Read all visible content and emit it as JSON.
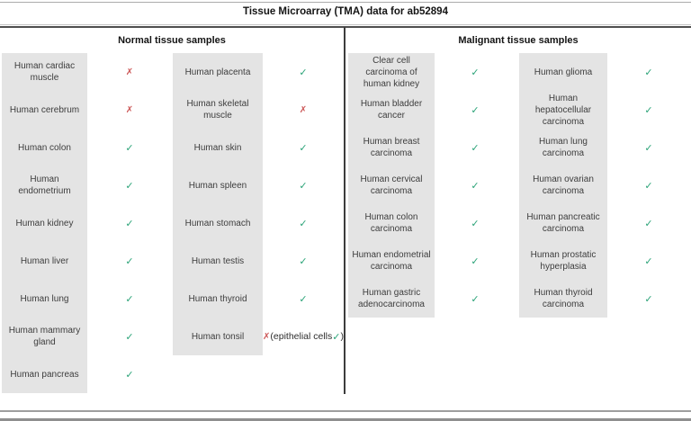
{
  "title": "Tissue Microarray (TMA) data for ab52894",
  "marks": {
    "check": "✓",
    "cross": "✗"
  },
  "colors": {
    "check": "#2aa377",
    "cross": "#cc5757",
    "cellbg": "#e4e4e4"
  },
  "groups": {
    "normal": {
      "header": "Normal tissue samples",
      "col_a": [
        {
          "label": "Human cardiac muscle",
          "mark": "cross"
        },
        {
          "label": "Human cerebrum",
          "mark": "cross"
        },
        {
          "label": "Human colon",
          "mark": "check"
        },
        {
          "label": "Human endometrium",
          "mark": "check"
        },
        {
          "label": "Human kidney",
          "mark": "check"
        },
        {
          "label": "Human liver",
          "mark": "check"
        },
        {
          "label": "Human lung",
          "mark": "check"
        },
        {
          "label": "Human mammary gland",
          "mark": "check"
        },
        {
          "label": "Human pancreas",
          "mark": "check"
        }
      ],
      "col_b": [
        {
          "label": "Human placenta",
          "mark": "check"
        },
        {
          "label": "Human skeletal muscle",
          "mark": "cross"
        },
        {
          "label": "Human skin",
          "mark": "check"
        },
        {
          "label": "Human spleen",
          "mark": "check"
        },
        {
          "label": "Human stomach",
          "mark": "check"
        },
        {
          "label": "Human testis",
          "mark": "check"
        },
        {
          "label": "Human thyroid",
          "mark": "check"
        },
        {
          "label": "Human tonsil",
          "mark": "cross",
          "note": {
            "prefix": " (epithelial cells ",
            "inner_mark": "check",
            "suffix": ")"
          }
        }
      ]
    },
    "malignant": {
      "header": "Malignant tissue samples",
      "col_a": [
        {
          "label": "Clear cell carcinoma of human kidney",
          "mark": "check"
        },
        {
          "label": "Human bladder cancer",
          "mark": "check"
        },
        {
          "label": "Human breast carcinoma",
          "mark": "check"
        },
        {
          "label": "Human cervical carcinoma",
          "mark": "check"
        },
        {
          "label": "Human colon carcinoma",
          "mark": "check"
        },
        {
          "label": "Human endometrial carcinoma",
          "mark": "check"
        },
        {
          "label": "Human gastric adenocarcinoma",
          "mark": "check"
        }
      ],
      "col_b": [
        {
          "label": "Human glioma",
          "mark": "check"
        },
        {
          "label": "Human hepatocellular carcinoma",
          "mark": "check"
        },
        {
          "label": "Human lung carcinoma",
          "mark": "check"
        },
        {
          "label": "Human ovarian carcinoma",
          "mark": "check"
        },
        {
          "label": "Human pancreatic carcinoma",
          "mark": "check"
        },
        {
          "label": "Human prostatic hyperplasia",
          "mark": "check"
        },
        {
          "label": "Human thyroid carcinoma",
          "mark": "check"
        }
      ]
    }
  }
}
